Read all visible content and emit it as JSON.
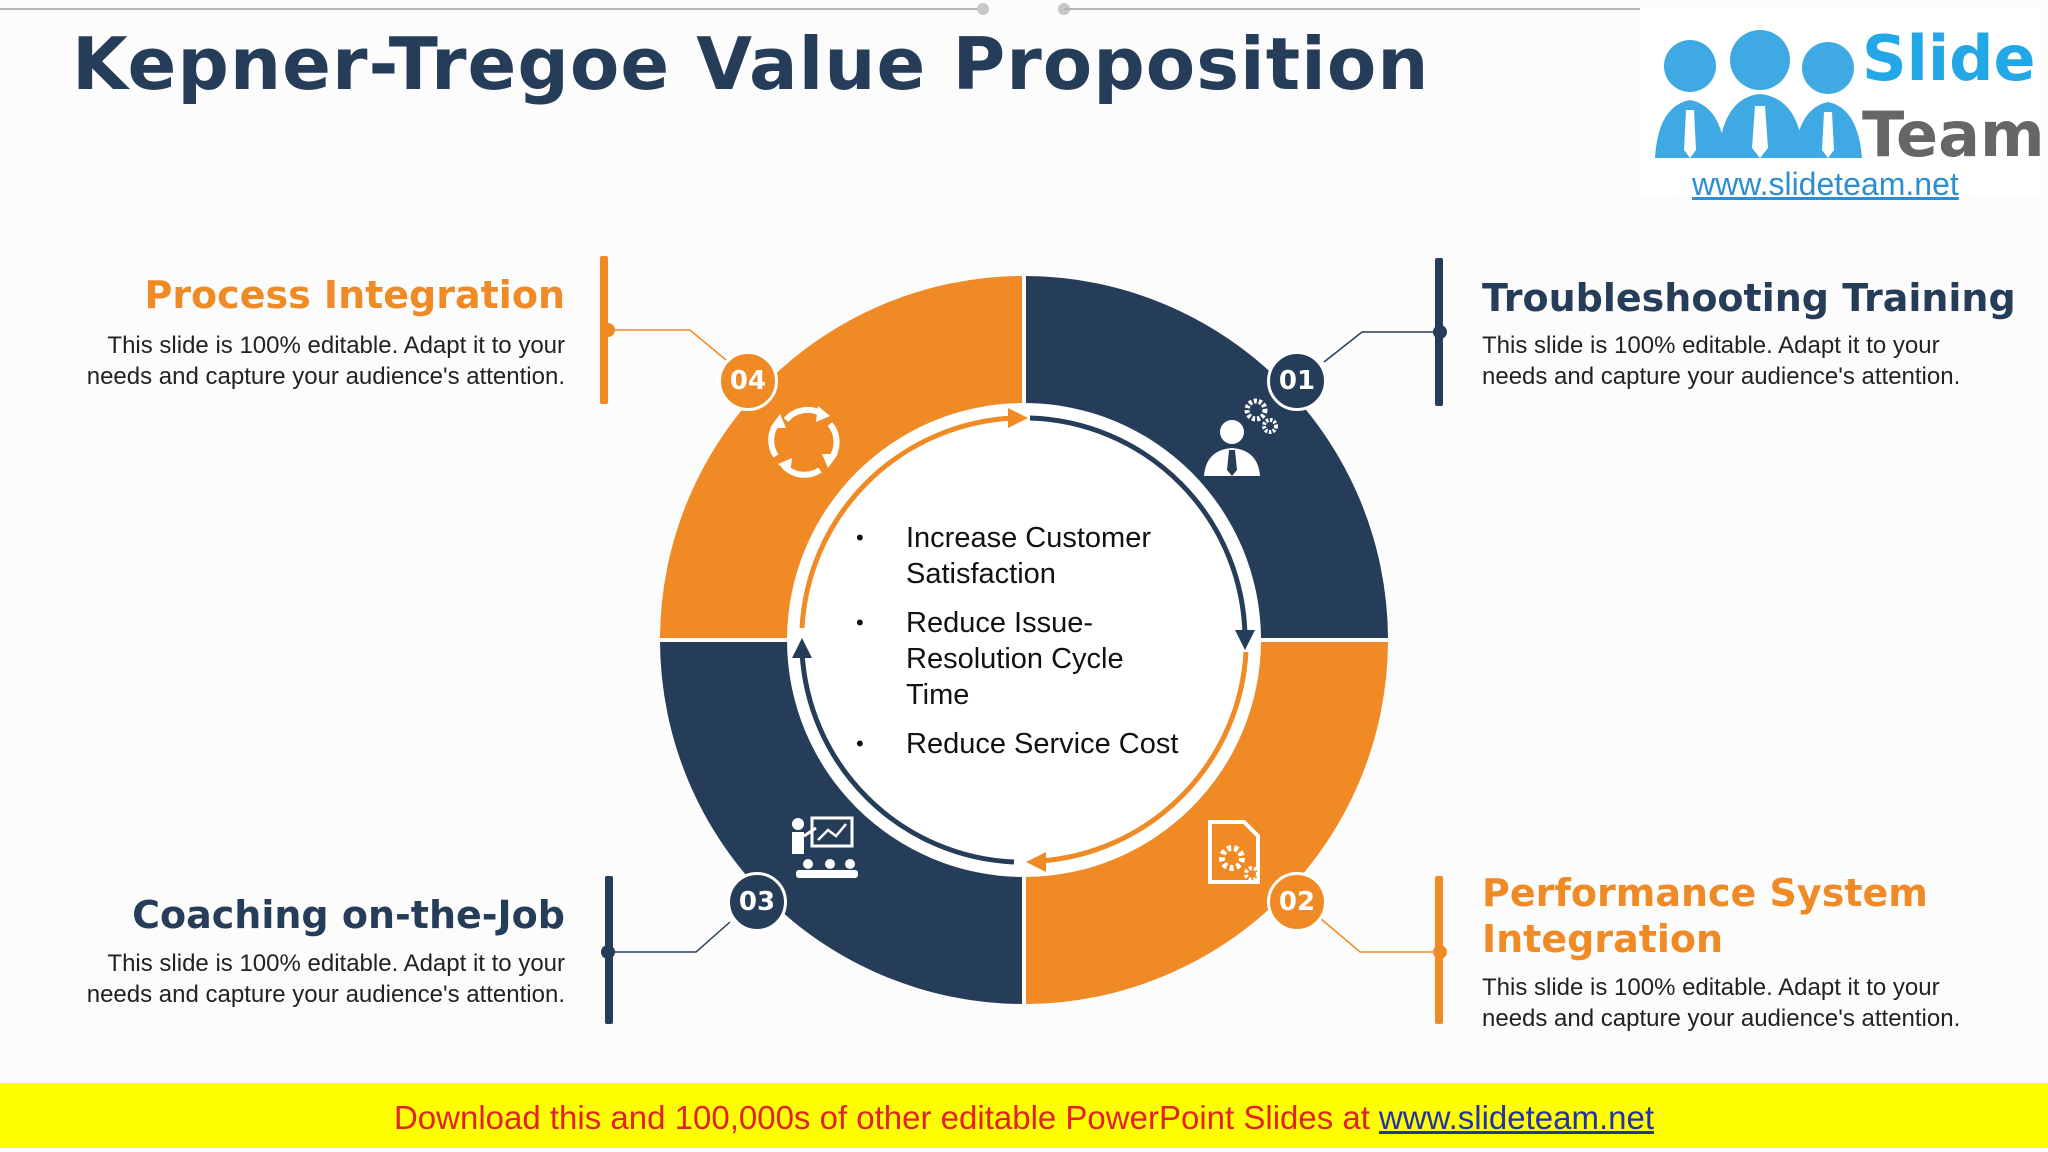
{
  "title": "Kepner-Tregoe Value Proposition",
  "logo": {
    "word1": "Slide",
    "word2": "Team",
    "url": "www.slideteam.net"
  },
  "colors": {
    "orange": "#f08a24",
    "navy": "#263d59",
    "footer_bg": "#ffff00",
    "footer_text": "#e3212d"
  },
  "segments": [
    {
      "number": "01",
      "heading": "Troubleshooting Training",
      "description_line1": "This slide is 100% editable. Adapt it to your",
      "description_line2": "needs and capture your audience's attention.",
      "color": "navy",
      "icon": "businessman-gears-icon"
    },
    {
      "number": "02",
      "heading_line1": "Performance System",
      "heading_line2": "Integration",
      "description_line1": "This slide is 100% editable. Adapt it to your",
      "description_line2": "needs and capture your audience's attention.",
      "color": "orange",
      "icon": "document-gears-icon"
    },
    {
      "number": "03",
      "heading": "Coaching on-the-Job",
      "description_line1": "This slide is 100% editable. Adapt it to your",
      "description_line2": "needs and capture your audience's attention.",
      "color": "navy",
      "icon": "presentation-teacher-icon"
    },
    {
      "number": "04",
      "heading": "Process Integration",
      "description_line1": "This slide is 100% editable. Adapt it to your",
      "description_line2": "needs and capture your audience's attention.",
      "color": "orange",
      "icon": "cycle-arrows-icon"
    }
  ],
  "center_items": [
    {
      "line1": "Increase Customer",
      "line2": "Satisfaction"
    },
    {
      "line1": "Reduce Issue-",
      "line2": "Resolution Cycle",
      "line3": "Time"
    },
    {
      "line1": "Reduce Service Cost"
    }
  ],
  "footer": {
    "text": "Download this and 100,000s of other editable PowerPoint Slides at",
    "link": "www.slideteam.net"
  }
}
